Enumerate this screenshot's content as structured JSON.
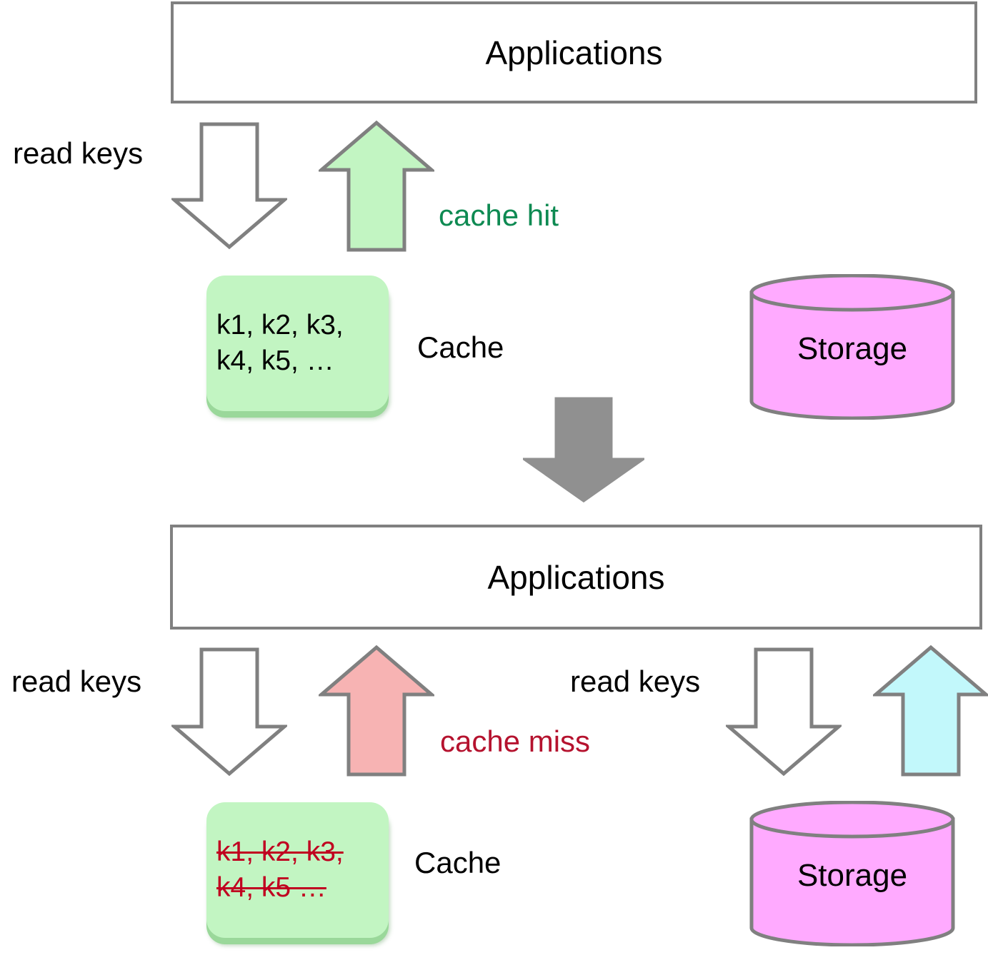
{
  "diagram": {
    "title": "Cache hit and cache miss read paths",
    "colors": {
      "outline": "#808080",
      "cache_fill": "#c2f5c2",
      "cache_shadow": "#9ad89a",
      "storage_fill": "#ffaaff",
      "hit_arrow": "#c2f5c2",
      "miss_arrow": "#f7b3b3",
      "storage_arrow": "#c2f8fb",
      "transition_arrow": "#909090",
      "hit_text": "#0e8a52",
      "miss_text": "#b5122e",
      "struck_keys": "#c00020"
    }
  },
  "top_scenario": {
    "applications_label": "Applications",
    "read_keys_label": "read keys",
    "result_label": "cache hit",
    "cache_name": "Cache",
    "cache_keys": "k1, k2, k3,\nk4, k5, …",
    "storage_label": "Storage",
    "arrows": {
      "request_down": "read-keys-down-arrow",
      "response_up": "cache-hit-up-arrow"
    }
  },
  "transition": {
    "arrow_name": "scenario-transition-down-arrow"
  },
  "bottom_scenario": {
    "applications_label": "Applications",
    "read_keys_cache_label": "read keys",
    "read_keys_storage_label": "read keys",
    "result_label": "cache miss",
    "cache_name": "Cache",
    "cache_keys": "k1, k2, k3,\nk4, k5 …",
    "storage_label": "Storage",
    "arrows": {
      "cache_request_down": "read-keys-cache-down-arrow",
      "cache_miss_up": "cache-miss-up-arrow",
      "storage_request_down": "read-keys-storage-down-arrow",
      "storage_response_up": "storage-response-up-arrow"
    }
  }
}
